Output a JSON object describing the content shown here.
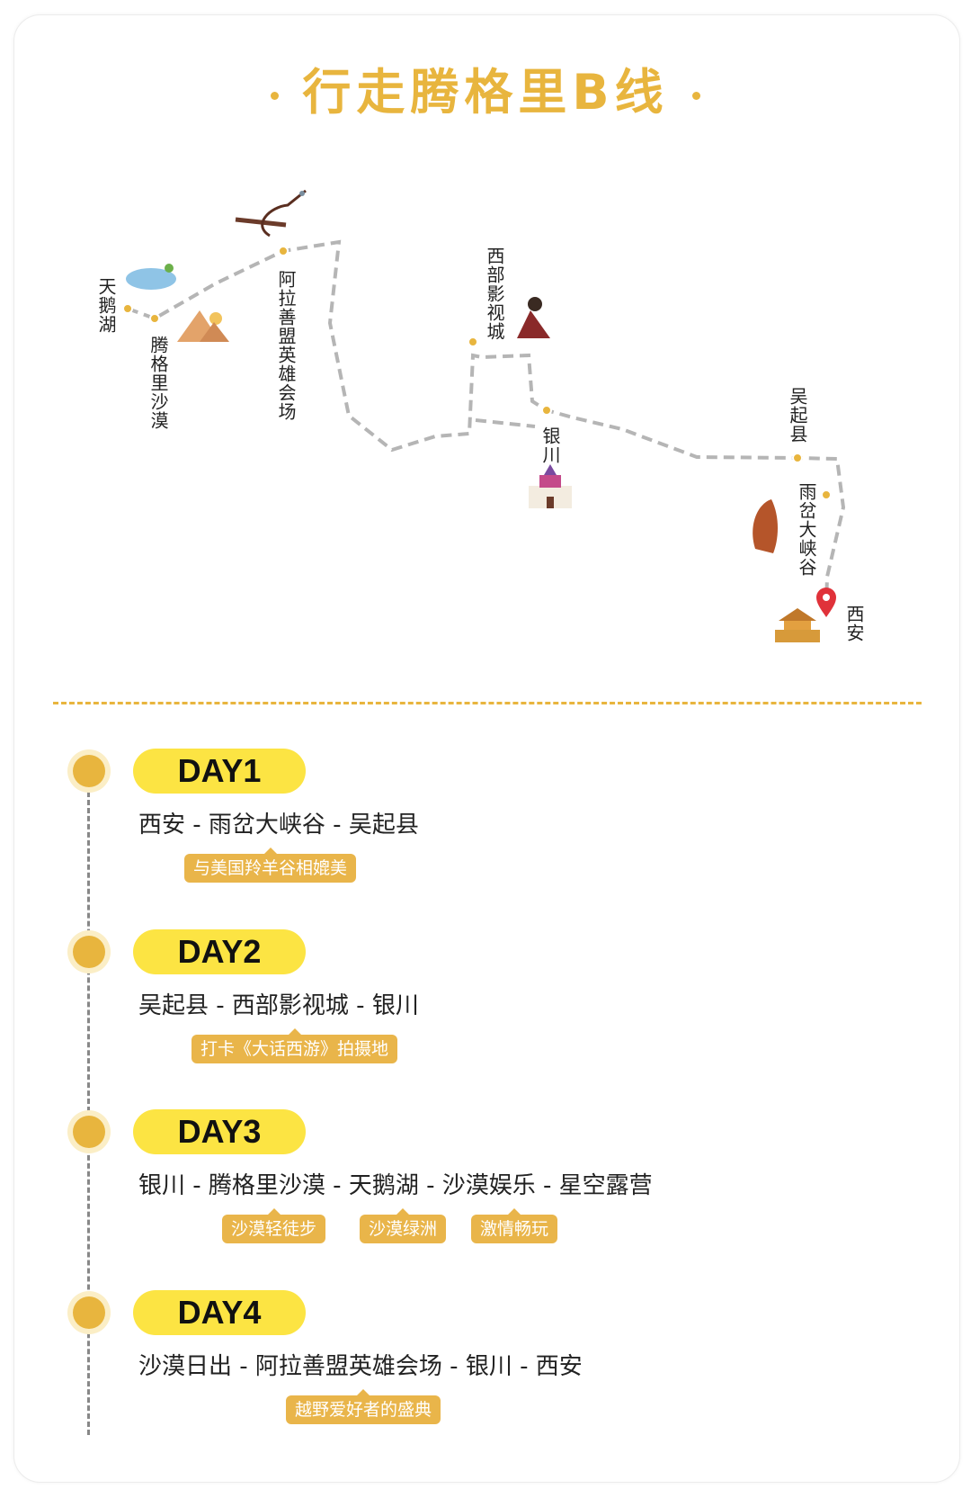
{
  "title": "行走腾格里B线",
  "map": {
    "labels": [
      "天鹅湖",
      "腾格里沙漠",
      "阿拉善盟英雄会场",
      "西部影视城",
      "银川",
      "吴起县",
      "雨岔大峡谷",
      "西安"
    ],
    "colors": {
      "route": "#b5b5b5",
      "stop": "#e8b53e",
      "pin": "#e0323a"
    }
  },
  "days": [
    {
      "label": "DAY1",
      "route": "西安 - 雨岔大峡谷 - 吴起县",
      "tags": [
        "与美国羚羊谷相媲美"
      ]
    },
    {
      "label": "DAY2",
      "route": "吴起县 - 西部影视城 - 银川",
      "tags": [
        "打卡《大话西游》拍摄地"
      ]
    },
    {
      "label": "DAY3",
      "route": "银川 - 腾格里沙漠 - 天鹅湖 - 沙漠娱乐 - 星空露营",
      "tags": [
        "沙漠轻徒步",
        "沙漠绿洲",
        "激情畅玩"
      ]
    },
    {
      "label": "DAY4",
      "route": "沙漠日出 - 阿拉善盟英雄会场 - 银川 - 西安",
      "tags": [
        "越野爱好者的盛典"
      ]
    }
  ]
}
